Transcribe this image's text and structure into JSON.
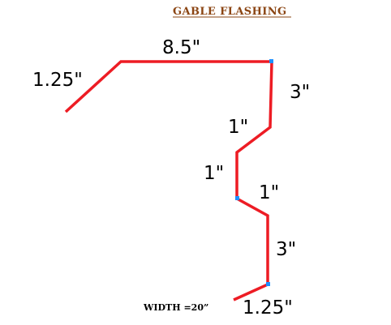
{
  "title": "GABLE  FLASHING",
  "title_color": "#8B4513",
  "line_color": "#ED1C24",
  "marker_color": "#1E90FF",
  "dimensions": {
    "top_hem": "1.25\"",
    "top_run": "8.5\"",
    "upper_drop": "3\"",
    "upper_jog": "1\"",
    "middle_vertical": "1\"",
    "lower_jog": "1\"",
    "lower_drop": "3\"",
    "bottom_hem": "1.25\""
  },
  "total_width": "WIDTH  =20”"
}
